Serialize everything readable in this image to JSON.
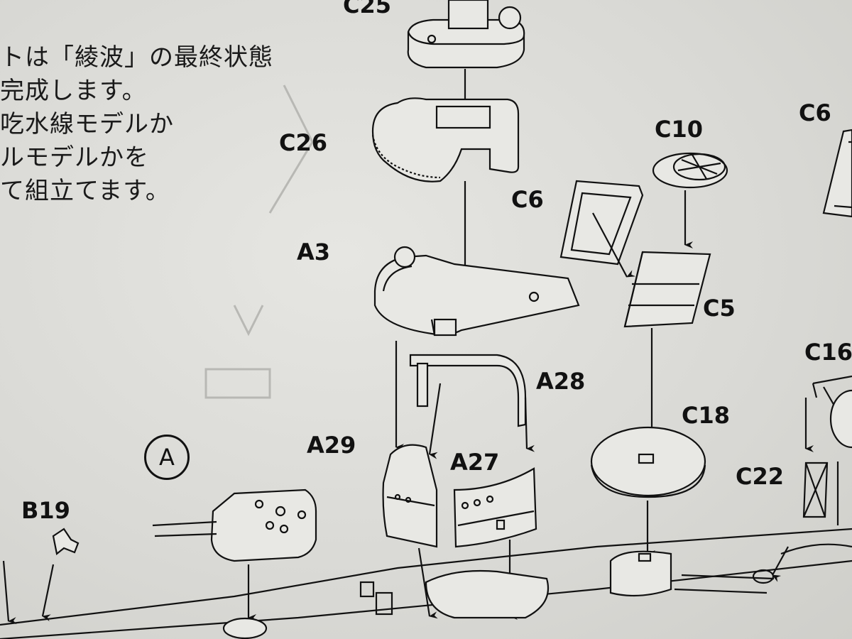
{
  "instructions": {
    "lines": [
      "トは「綾波」の最終状態",
      "完成します。",
      "吃水線モデルか",
      "ルモデルかを",
      "て組立てます。"
    ]
  },
  "parts": {
    "c25": "C25",
    "c26": "C26",
    "c10": "C10",
    "c6_left": "C6",
    "c6_right": "C6",
    "a3": "A3",
    "c5": "C5",
    "c16": "C16",
    "a28": "A28",
    "c18": "C18",
    "a29": "A29",
    "a27": "A27",
    "c22": "C22",
    "b19": "B19"
  },
  "step_marker": "A"
}
